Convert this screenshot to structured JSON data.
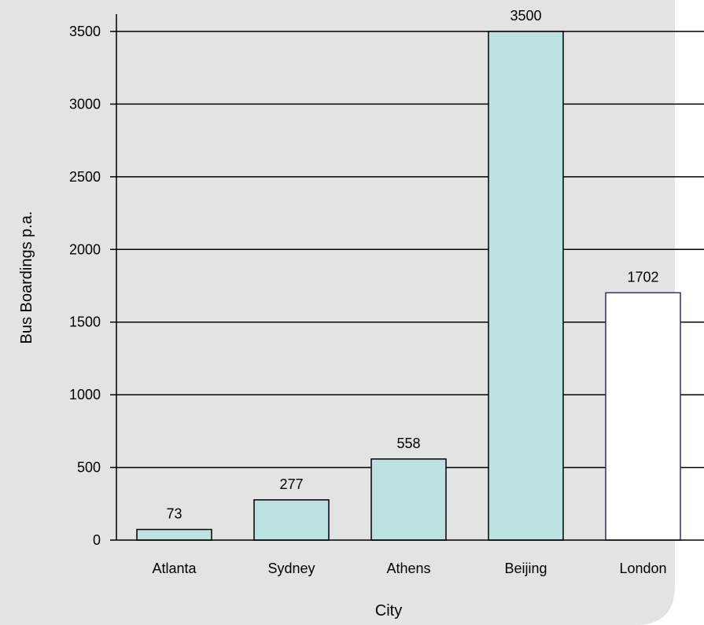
{
  "chart_data": {
    "type": "bar",
    "xlabel": "City",
    "ylabel": "Bus Boardings p.a.",
    "categories": [
      "Atlanta",
      "Sydney",
      "Athens",
      "Beijing",
      "London"
    ],
    "values": [
      73,
      277,
      558,
      3500,
      1702
    ],
    "data_labels": [
      "73",
      "277",
      "558",
      "3500",
      "1702"
    ],
    "ylim": [
      0,
      3500
    ],
    "yticks": [
      0,
      500,
      1000,
      1500,
      2000,
      2500,
      3000,
      3500
    ],
    "grid": true,
    "colors": {
      "bar_fill": "#bde2e2",
      "bar_stroke": "#000000",
      "highlight_fill": "#ffffff",
      "highlight_stroke": "#2e2e6e",
      "background": "#e3e3e3"
    },
    "highlight_category": "London"
  }
}
